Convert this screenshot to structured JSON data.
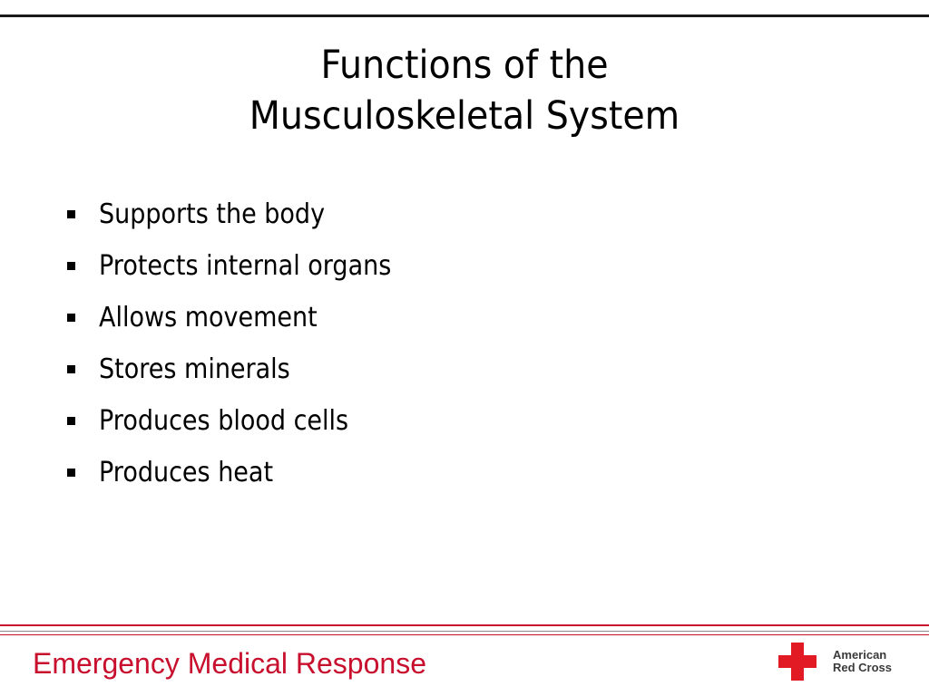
{
  "slide": {
    "title_line1": "Functions of the",
    "title_line2": "Musculoskeletal System",
    "bullets": [
      "Supports the body",
      "Protects internal organs",
      "Allows movement",
      "Stores minerals",
      "Produces blood cells",
      "Produces heat"
    ]
  },
  "footer": {
    "course_title": "Emergency Medical Response",
    "logo_line1": "American",
    "logo_line2": "Red Cross",
    "logo_icon": "red-cross-icon"
  },
  "colors": {
    "accent_red": "#c8102e",
    "cross_red": "#e21a23",
    "text": "#000000"
  }
}
